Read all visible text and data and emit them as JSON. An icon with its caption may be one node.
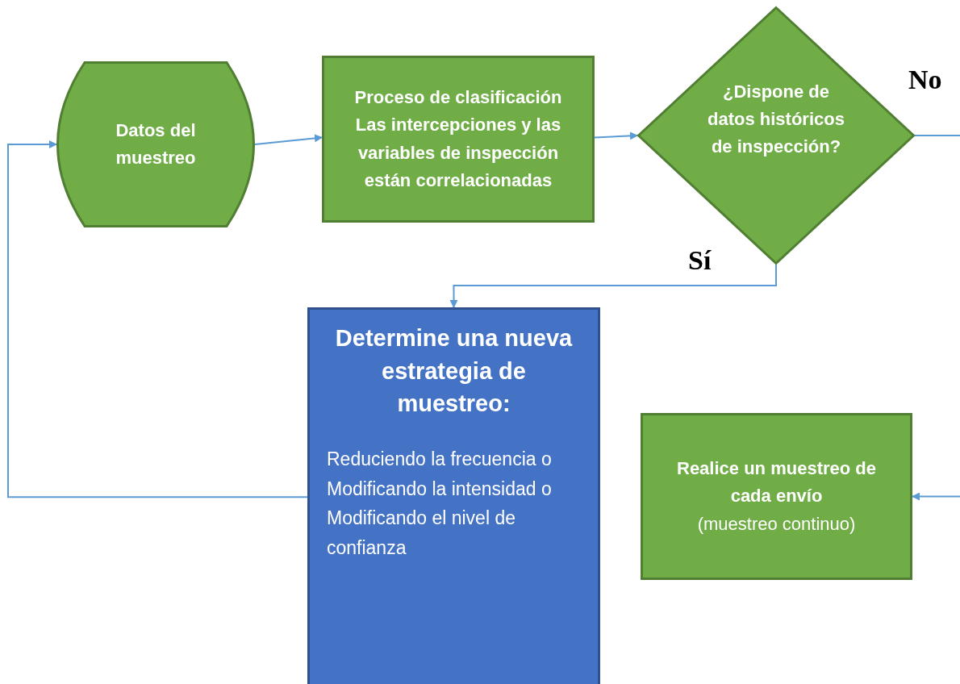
{
  "diagram": {
    "nodes": [
      {
        "text": [
          "Datos del muestreo"
        ]
      },
      {
        "text": [
          "Proceso de clasificación",
          "Las intercepciones y las variables de inspección están correlacionadas"
        ]
      },
      {
        "text": [
          "¿Dispone de datos históricos de inspección?"
        ]
      },
      {
        "text": [
          "Determine una nueva estrategia de muestreo:",
          "Reduciendo la frecuencia o Modificando la intensidad o Modificando el nivel de confianza"
        ]
      },
      {
        "text": [
          "Realice un muestreo de cada envío",
          "(muestreo continuo)"
        ]
      }
    ],
    "edges": [
      {
        "from": 0,
        "to": 1,
        "arrow": "to"
      },
      {
        "from": 1,
        "to": 2,
        "arrow": "to"
      },
      {
        "from": 2,
        "to": 3,
        "arrow": "to",
        "label": "Sí"
      },
      {
        "from": 3,
        "to": 0,
        "arrow": "to"
      },
      {
        "from": 2,
        "to": null,
        "arrow": "none",
        "label": "No"
      },
      {
        "from": null,
        "to": 4,
        "arrow": "to"
      }
    ]
  }
}
